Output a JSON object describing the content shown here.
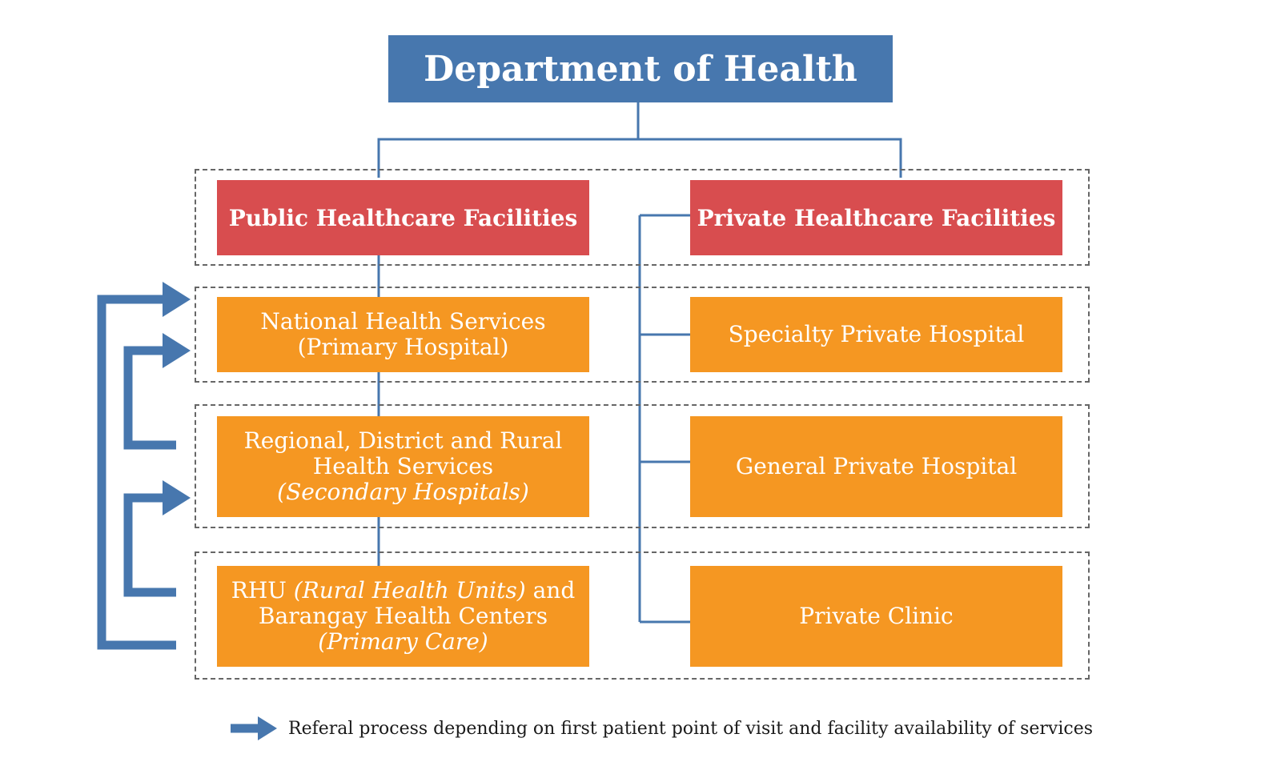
{
  "header": {
    "title": "Department of Health"
  },
  "categories": {
    "public": "Public Healthcare Facilities",
    "private": "Private Healthcare Facilities"
  },
  "public_facilities": {
    "national": {
      "line1": "National Health Services",
      "line2": "(Primary Hospital)"
    },
    "regional": {
      "line1": "Regional, District and Rural",
      "line2": "Health Services",
      "line3": "(Secondary Hospitals)"
    },
    "rhu": {
      "line1_a": "RHU ",
      "line1_b": "(Rural Health Units)",
      "line1_c": " and",
      "line2": "Barangay Health Centers",
      "line3": "(Primary Care)"
    }
  },
  "private_facilities": {
    "specialty": "Specialty Private Hospital",
    "general": "General Private Hospital",
    "clinic": "Private Clinic"
  },
  "legend": {
    "text": "Referal process depending on first patient point of visit and facility availability of services"
  },
  "colors": {
    "header": "#4777ae",
    "category": "#d84d4f",
    "facility": "#f59722",
    "connector": "#4777ae",
    "arrow": "#4777ae",
    "dashed_border": "#666666"
  }
}
